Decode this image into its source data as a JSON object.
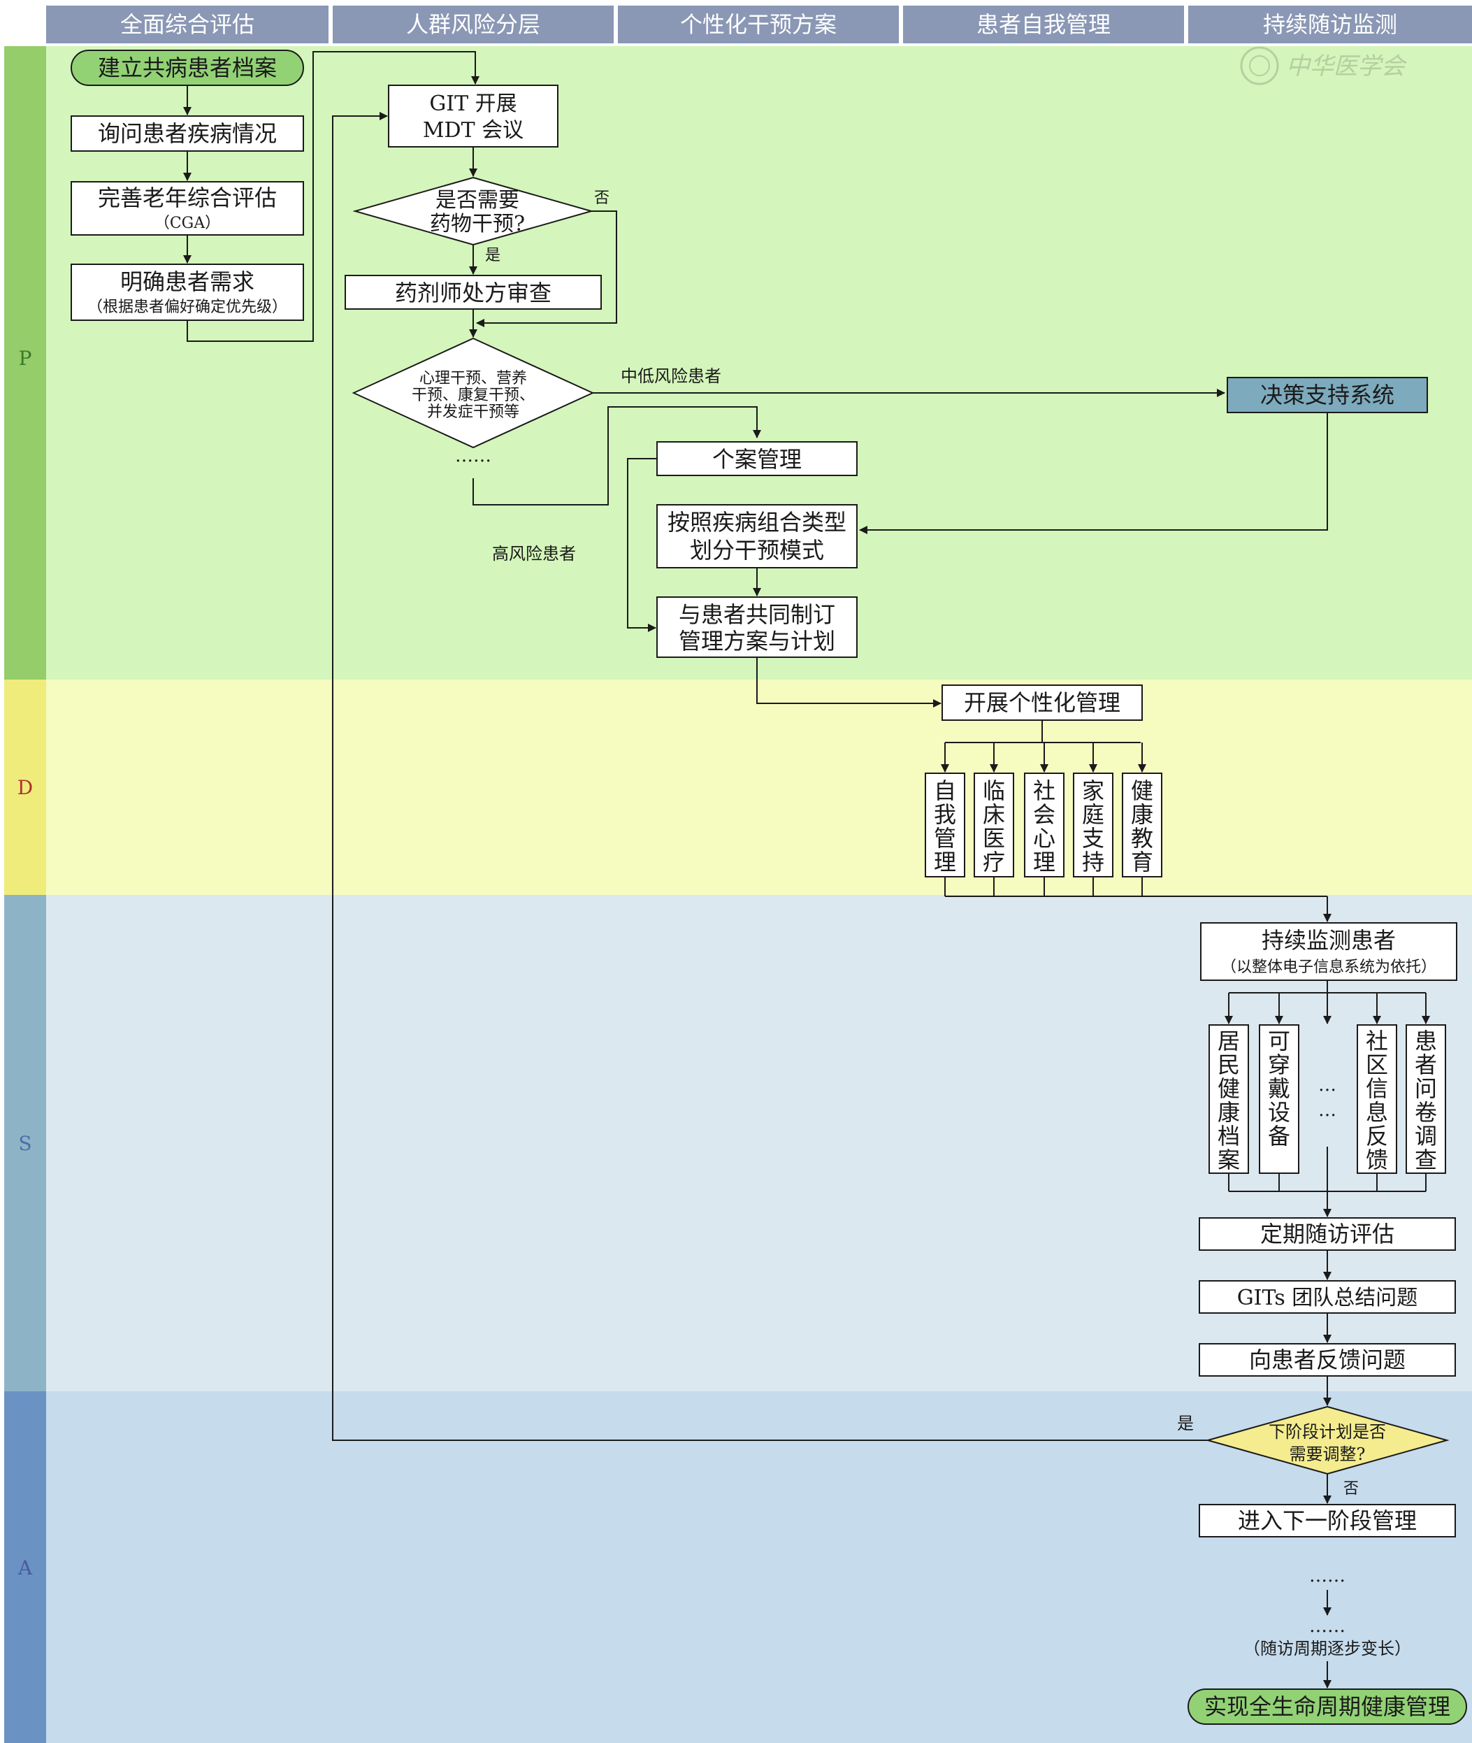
{
  "columns": [
    "全面综合评估",
    "人群风险分层",
    "个性化干预方案",
    "患者自我管理",
    "持续随访监测"
  ],
  "phases": [
    "P",
    "D",
    "S",
    "A"
  ],
  "colors": {
    "header": "#8a97b5",
    "p_side": "#95cd6a",
    "p_band": "#d4f5bb",
    "d_side": "#efec7c",
    "d_band": "#f6fbc0",
    "s_side": "#8db3c6",
    "s_band": "#dce8ef",
    "a_side": "#6a92c3",
    "a_band": "#c6dbec",
    "start_end": "#92d275",
    "dss": "#7daabd",
    "decision_a": "#f4ec8e"
  },
  "watermark": "中华医学会",
  "nodes": {
    "start": "建立共病患者档案",
    "ask": "询问患者疾病情况",
    "cga": "完善老年综合评估",
    "cga_sub": "（CGA）",
    "needs": "明确患者需求",
    "needs_sub": "（根据患者偏好确定优先级）",
    "git1": "GIT 开展",
    "git2": "MDT 会议",
    "drug_q1": "是否需要",
    "drug_q2": "药物干预?",
    "yes": "是",
    "no": "否",
    "pharm": "药剂师处方审查",
    "interv1": "心理干预、营养",
    "interv2": "干预、康复干预、",
    "interv3": "并发症干预等",
    "ellipsis": "……",
    "low_risk": "中低风险患者",
    "high_risk": "高风险患者",
    "dss": "决策支持系统",
    "case": "个案管理",
    "mode1": "按照疾病组合类型",
    "mode2": "划分干预模式",
    "plan1": "与患者共同制订",
    "plan2": "管理方案与计划",
    "personal": "开展个性化管理",
    "d_items": [
      "自我管理",
      "临床医疗",
      "社会心理",
      "家庭支持",
      "健康教育"
    ],
    "monitor": "持续监测患者",
    "monitor_sub": "（以整体电子信息系统为依托）",
    "s_items": [
      "居民健康档案",
      "可穿戴设备",
      "……",
      "社区信息反馈",
      "患者问卷调查"
    ],
    "followup": "定期随访评估",
    "gits": "GITs 团队总结问题",
    "feedback": "向患者反馈问题",
    "adjust1": "下阶段计划是否",
    "adjust2": "需要调整?",
    "next": "进入下一阶段管理",
    "dots1": "……",
    "dots2": "……",
    "cycle_note": "（随访周期逐步变长）",
    "end": "实现全生命周期健康管理"
  }
}
